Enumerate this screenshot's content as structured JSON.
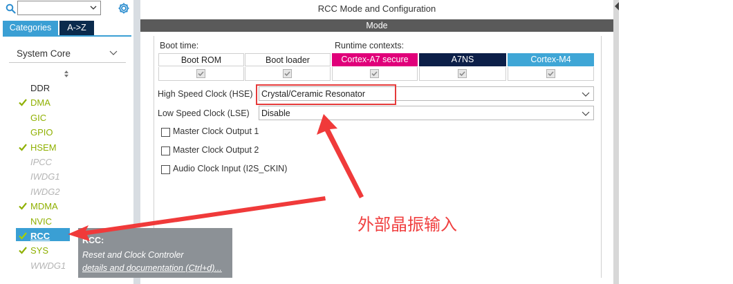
{
  "left_panel": {
    "search": {
      "value": ""
    },
    "tabs": [
      {
        "label": "Categories",
        "active": true
      },
      {
        "label": "A->Z",
        "active": false
      }
    ],
    "category": "System Core",
    "components": [
      {
        "name": "DDR",
        "state": "plain"
      },
      {
        "name": "DMA",
        "state": "active"
      },
      {
        "name": "GIC",
        "state": "active-nocheck"
      },
      {
        "name": "GPIO",
        "state": "active-nocheck"
      },
      {
        "name": "HSEM",
        "state": "active"
      },
      {
        "name": "IPCC",
        "state": "disabled"
      },
      {
        "name": "IWDG1",
        "state": "disabled"
      },
      {
        "name": "IWDG2",
        "state": "disabled"
      },
      {
        "name": "MDMA",
        "state": "active"
      },
      {
        "name": "NVIC",
        "state": "active-nocheck"
      },
      {
        "name": "RCC",
        "state": "selected"
      },
      {
        "name": "SYS",
        "state": "active"
      },
      {
        "name": "WWDG1",
        "state": "disabled"
      }
    ]
  },
  "tooltip": {
    "title": "RCC:",
    "description": "Reset and Clock Controler",
    "link": "details and documentation (Ctrl+d)..."
  },
  "main": {
    "title": "RCC Mode and Configuration",
    "section": "Mode",
    "boot_time_label": "Boot time:",
    "runtime_label": "Runtime contexts:",
    "contexts": {
      "boot_rom": "Boot ROM",
      "boot_loader": "Boot loader",
      "a7_secure": "Cortex-A7 secure",
      "a7ns": "A7NS",
      "m4": "Cortex-M4"
    },
    "hse": {
      "label": "High Speed Clock (HSE)",
      "value": "Crystal/Ceramic Resonator"
    },
    "lse": {
      "label": "Low Speed Clock (LSE)",
      "value": "Disable"
    },
    "checkboxes": {
      "mco1": "Master Clock Output 1",
      "mco2": "Master Clock Output 2",
      "audio": "Audio Clock Input (I2S_CKIN)"
    }
  },
  "annotation": "外部晶振输入",
  "colors": {
    "accent": "#3a9fd4",
    "active_green": "#8fb000",
    "a7_secure": "#e0007a",
    "a7ns": "#0c1f48",
    "m4": "#3fa6d6",
    "annotation_red": "#f04040"
  },
  "icons": {
    "search": "search-icon",
    "settings": "gear-icon",
    "dropdown": "chevron-down-icon",
    "check": "check-icon"
  }
}
